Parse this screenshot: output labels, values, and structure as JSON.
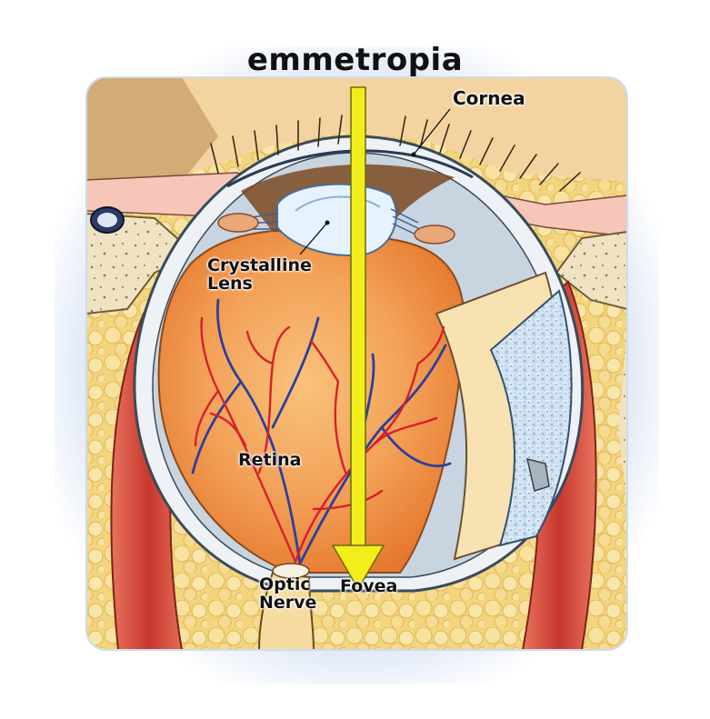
{
  "title": "emmetropia",
  "labels": {
    "cornea": "Cornea",
    "crystalline_lens_line1": "Crystalline",
    "crystalline_lens_line2": "Lens",
    "retina": "Retina",
    "optic_nerve_line1": "Optic",
    "optic_nerve_line2": "Nerve",
    "fovea": "Fovea"
  },
  "colors": {
    "light_ray": "#f2ee1c",
    "frame_glow": "#d4e0f4",
    "artery": "#d6202e",
    "vein": "#2c3f9c",
    "retina_orange": "#f0944a",
    "fat_yellow": "#f2d37a",
    "muscle_red": "#c94035"
  }
}
